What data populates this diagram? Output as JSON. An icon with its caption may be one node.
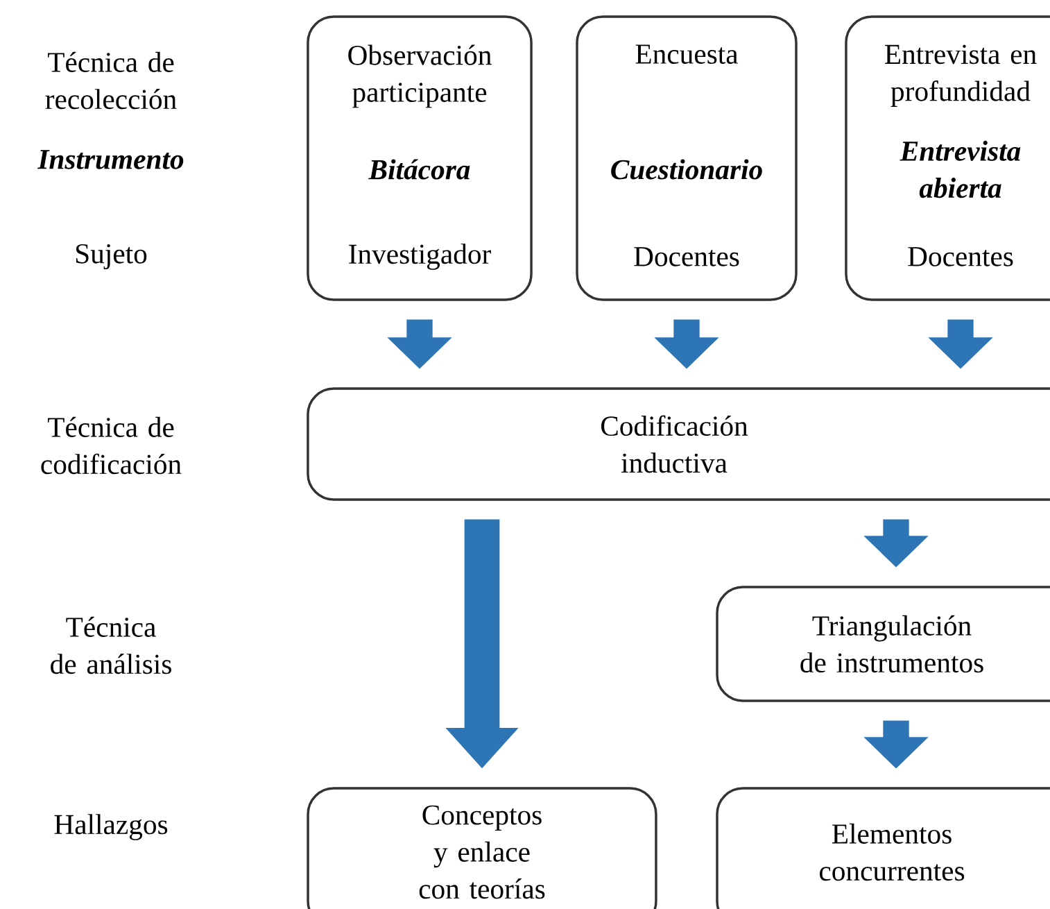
{
  "diagram": {
    "nodes": [
      {
        "text": [
          "Observación participante",
          "Bitácora",
          "Investigador"
        ]
      },
      {
        "text": [
          "Encuesta",
          "Cuestionario",
          "Docentes"
        ]
      },
      {
        "text": [
          "Entrevista en profundidad",
          "Entrevista abierta",
          "Docentes"
        ]
      },
      {
        "text": [
          "Codificación inductiva"
        ]
      },
      {
        "text": [
          "Triangulación de instrumentos"
        ]
      },
      {
        "text": [
          "Conceptos y enlace con teorías"
        ]
      },
      {
        "text": [
          "Elementos concurrentes"
        ]
      }
    ],
    "edges": [
      {
        "from": 0,
        "to": 3,
        "arrow": "to"
      },
      {
        "from": 1,
        "to": 3,
        "arrow": "to"
      },
      {
        "from": 2,
        "to": 3,
        "arrow": "to"
      },
      {
        "from": 3,
        "to": 5,
        "arrow": "to"
      },
      {
        "from": 3,
        "to": 4,
        "arrow": "to"
      },
      {
        "from": 4,
        "to": 6,
        "arrow": "to"
      }
    ],
    "labels": [
      "Técnica de recolección",
      "Instrumento",
      "Sujeto",
      "Técnica de codificación",
      "Técnica de análisis",
      "Hallazgos"
    ]
  }
}
